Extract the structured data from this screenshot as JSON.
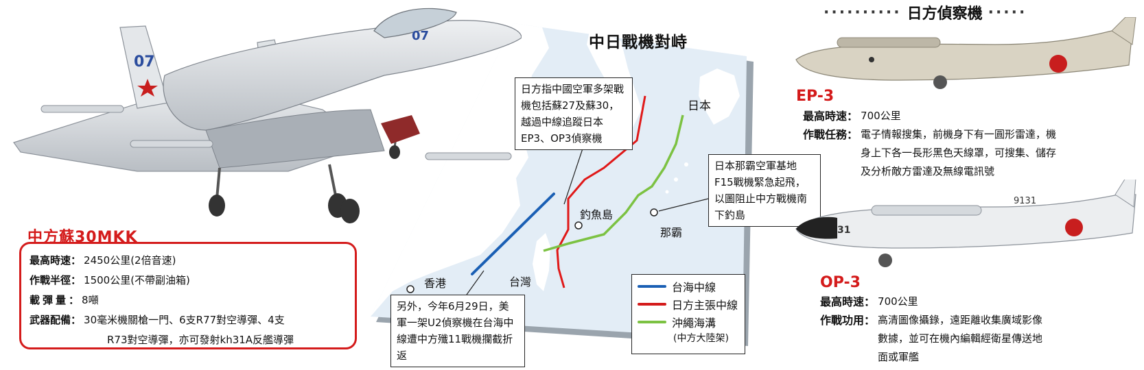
{
  "map": {
    "title": "中日戰機對峙",
    "places": {
      "japan": "日本",
      "diaoyu": "釣魚島",
      "naha": "那霸",
      "hongkong": "香港",
      "taiwan": "台灣"
    },
    "callouts": {
      "japan_claim": "日方指中國空軍多架戰機包括蘇27及蘇30，越過中線追蹤日本EP3、OP3偵察機",
      "naha_scramble": "日本那霸空軍基地F15戰機緊急起飛，以圖阻止中方戰機南下釣島",
      "u2_incident": "另外，今年6月29日，美軍一架U2偵察機在台海中線遭中方殲11戰機攔截折返"
    },
    "legend": [
      {
        "label": "台海中線",
        "color": "#1a5fb4"
      },
      {
        "label": "日方主張中線",
        "color": "#d41b1b"
      },
      {
        "label": "沖繩海溝",
        "sublabel": "(中方大陸架)",
        "color": "#7cc242"
      }
    ]
  },
  "china_fighter": {
    "title": "中方蘇30MKK",
    "specs": [
      {
        "label": "最高時速",
        "value": "2450公里(2倍音速)"
      },
      {
        "label": "作戰半徑",
        "value": "1500公里(不帶副油箱)"
      },
      {
        "label": "載彈量",
        "value": "8噸"
      },
      {
        "label": "武器配備",
        "value": "30毫米機關槍一門、6支R77對空導彈、4支",
        "value2": "R73對空導彈，亦可發射kh31A反艦導彈"
      }
    ],
    "tail_number": "07"
  },
  "japan_recon": {
    "header": "日方偵察機",
    "ep3": {
      "name": "EP-3",
      "speed_label": "最高時速",
      "speed": "700公里",
      "task_label": "作戰任務",
      "task_lines": [
        "電子情報搜集，前機身下有一圓形雷達，機",
        "身上下各一長形黑色天線罩，可搜集、儲存",
        "及分析敵方雷達及無線電訊號"
      ]
    },
    "op3": {
      "name": "OP-3",
      "speed_label": "最高時速",
      "speed": "700公里",
      "task_label": "作戰功用",
      "task_lines": [
        "高清圖像攝錄，遠距離收集廣域影像",
        "數據，並可在機內編輯經衛星傳送地",
        "面或軍艦"
      ],
      "tail_number": "9131"
    }
  },
  "colors": {
    "accent": "#d41b1b",
    "sea": "#e3edf6",
    "land": "#ffffff"
  }
}
